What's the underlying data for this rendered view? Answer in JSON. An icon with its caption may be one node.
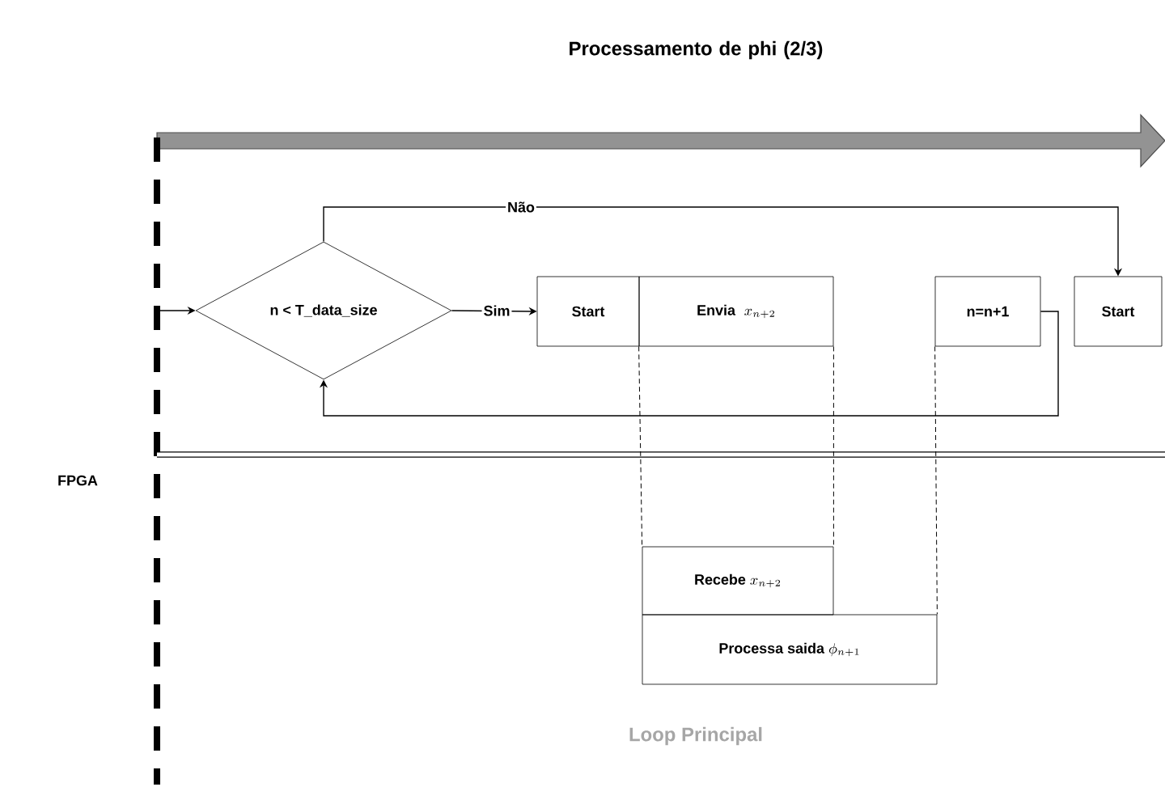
{
  "diagram": {
    "title": "Processamento de phi (2/3)",
    "nodes": [
      {
        "text": [
          "n < T_data_size"
        ]
      },
      {
        "text": [
          "Start"
        ]
      },
      {
        "text": [
          "Envia",
          "x_{n+2}"
        ]
      },
      {
        "text": [
          "n=n+1"
        ]
      },
      {
        "text": [
          "Start"
        ]
      },
      {
        "text": [
          "Recebe",
          "x_{n+2}"
        ]
      },
      {
        "text": [
          "Processa saida",
          "\\phi_{n+1}"
        ]
      }
    ],
    "edges": [
      {
        "from": null,
        "to": 0,
        "arrow": "to"
      },
      {
        "from": 0,
        "to": 1,
        "arrow": "to",
        "label": "Sim"
      },
      {
        "from": 0,
        "to": 4,
        "arrow": "to",
        "label": "Não"
      },
      {
        "from": 3,
        "to": 0,
        "arrow": "to"
      },
      {
        "from": 2,
        "to": 5,
        "arrow": "none",
        "style": "dashed"
      },
      {
        "from": 2,
        "to": 5,
        "arrow": "none",
        "style": "dashed"
      },
      {
        "from": 3,
        "to": 6,
        "arrow": "none",
        "style": "dashed"
      }
    ],
    "labels": [
      "FPGA",
      "Loop Principal"
    ]
  }
}
